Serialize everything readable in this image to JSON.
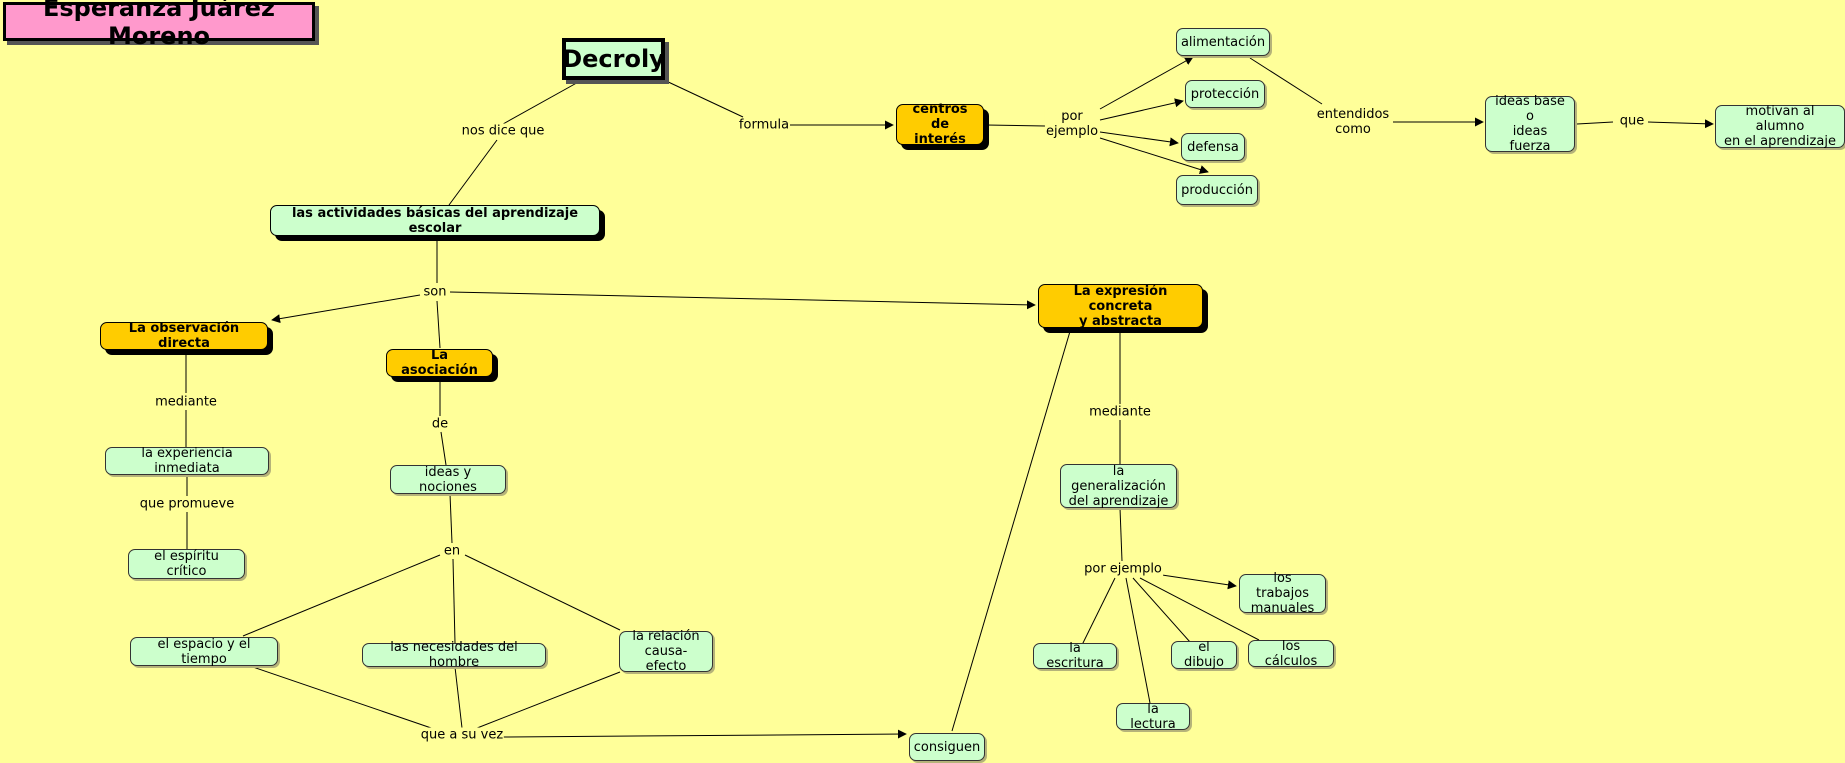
{
  "author": "Esperanza Juárez Moreno",
  "concepts": {
    "decroly": "Decroly",
    "actividades": "las actividades básicas del aprendizaje escolar",
    "centros": "centros de\ninterés",
    "alimentacion": "alimentación",
    "proteccion": "protección",
    "defensa": "defensa",
    "produccion": "producción",
    "ideas_base": "ideas base\no\nideas fuerza",
    "motivan": "motivan al alumno\nen el aprendizaje",
    "observacion": "La observación directa",
    "asociacion": "La asociación",
    "expresion": "La expresión concreta\ny abstracta",
    "experiencia": "la experiencia inmediata",
    "espiritu": "el espíritu crítico",
    "ideas_nociones": "ideas y nociones",
    "espacio": "el espacio y el tiempo",
    "necesidades": "las necesidades del hombre",
    "relacion": "la relación\ncausa-efecto",
    "consiguen": "consiguen",
    "generalizacion": "la generalización\ndel aprendizaje",
    "trabajos": "los trabajos\nmanuales",
    "escritura": "la escritura",
    "dibujo": "el dibujo",
    "calculos": "los cálculos",
    "lectura": "la lectura"
  },
  "linking_phrases": {
    "nos_dice": "nos dice que",
    "formula": "formula",
    "por_ejemplo_1": "por\nejemplo",
    "entendidos": "entendidos\ncomo",
    "que": "que",
    "son": "son",
    "mediante_1": "mediante",
    "que_promueve": "que promueve",
    "de": "de",
    "en": "en",
    "que_a_su_vez": "que a su vez",
    "mediante_2": "mediante",
    "por_ejemplo_2": "por ejemplo"
  }
}
